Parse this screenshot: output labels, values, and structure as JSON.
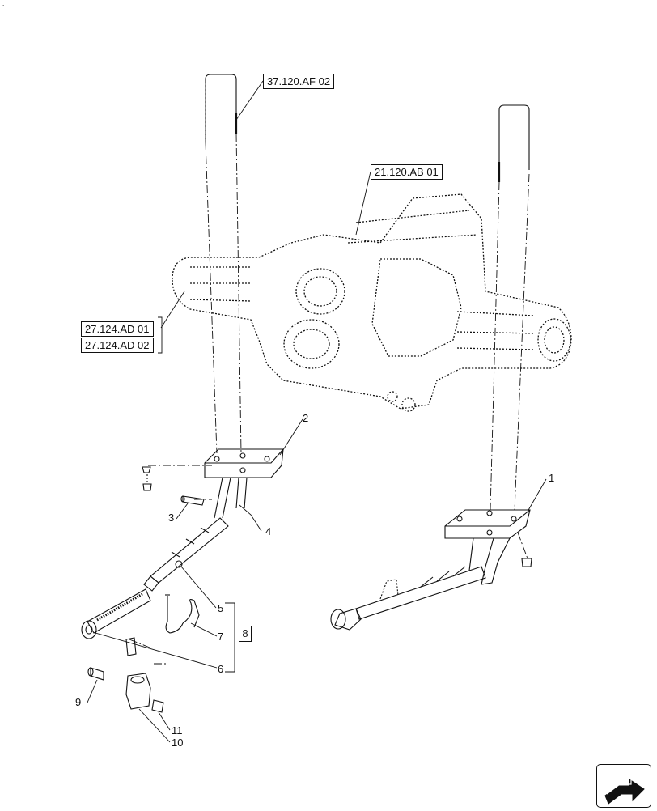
{
  "references": {
    "ref_top": "37.120.AF 02",
    "ref_axle": "21.120.AB 01",
    "ref_left_1": "27.124.AD 01",
    "ref_left_2": "27.124.AD 02"
  },
  "callouts": [
    "1",
    "2",
    "3",
    "4",
    "5",
    "6",
    "7",
    "9",
    "10",
    "11"
  ],
  "kit_label": "8",
  "icons": {
    "nav": "arrow-navigation-icon"
  },
  "corner_mark": "."
}
